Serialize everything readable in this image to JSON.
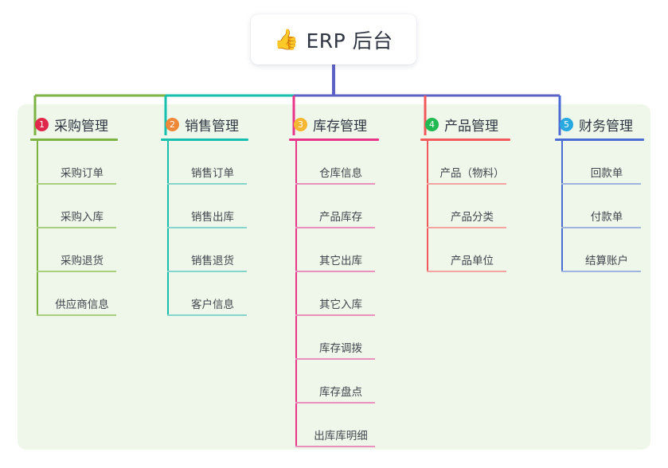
{
  "root": {
    "emoji": "👍",
    "emoji_icon_name": "thumbs-up-icon",
    "title": "ERP 后台"
  },
  "theme": {
    "page_background": "#ffffff",
    "board_background": "#eef7e9",
    "card_background": "#ffffff",
    "text_color": "#2f3542",
    "item_text_color": "#41464f",
    "root_connector_color": "#5b62c4"
  },
  "columns": [
    {
      "number": "1",
      "title": "采购管理",
      "badge_color": "#e0294a",
      "line_color": "#7cb342",
      "item_line_color": "#a8ce7e",
      "items": [
        "采购订单",
        "采购入库",
        "采购退货",
        "供应商信息"
      ]
    },
    {
      "number": "2",
      "title": "销售管理",
      "badge_color": "#f0883a",
      "line_color": "#17bfae",
      "item_line_color": "#84d6cd",
      "items": [
        "销售订单",
        "销售出库",
        "销售退货",
        "客户信息"
      ]
    },
    {
      "number": "3",
      "title": "库存管理",
      "badge_color": "#f5b731",
      "line_color": "#e8358a",
      "item_line_color": "#eb8fbc",
      "items": [
        "仓库信息",
        "产品库存",
        "其它出库",
        "其它入库",
        "库存调拨",
        "库存盘点",
        "出库库明细"
      ]
    },
    {
      "number": "4",
      "title": "产品管理",
      "badge_color": "#21ba52",
      "line_color": "#f2595b",
      "item_line_color": "#f4a3a1",
      "items": [
        "产品（物料）",
        "产品分类",
        "产品单位"
      ]
    },
    {
      "number": "5",
      "title": "财务管理",
      "badge_color": "#2aa9e0",
      "line_color": "#4a6cd4",
      "item_line_color": "#9fb3df",
      "items": [
        "回款单",
        "付款单",
        "结算账户"
      ]
    }
  ]
}
